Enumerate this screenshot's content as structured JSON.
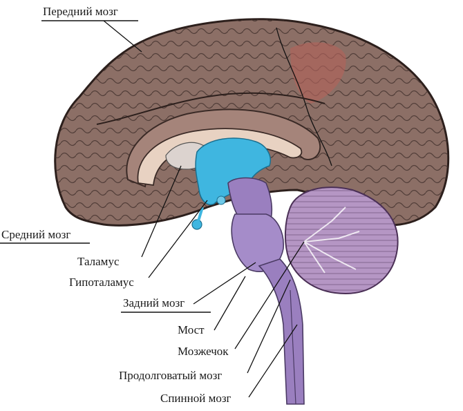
{
  "labels": {
    "forebrain": "Передний мозг",
    "midbrain": "Средний мозг",
    "thalamus": "Таламус",
    "hypothalamus": "Гипоталамус",
    "hindbrain": "Задний мозг",
    "pons": "Мост",
    "cerebellum": "Мозжечок",
    "medulla": "Продолговатый мозг",
    "spinal_cord": "Спинной мозг"
  },
  "colors": {
    "cortex": "#8c6f66",
    "cortex_dark": "#4e3a35",
    "cortex_warm": "#b0635a",
    "corpus_callosum": "#e8d2c2",
    "ventricle": "#3fb6e0",
    "brainstem": "#9a7fbf",
    "cerebellum": "#b596c4",
    "ink": "#111111"
  }
}
